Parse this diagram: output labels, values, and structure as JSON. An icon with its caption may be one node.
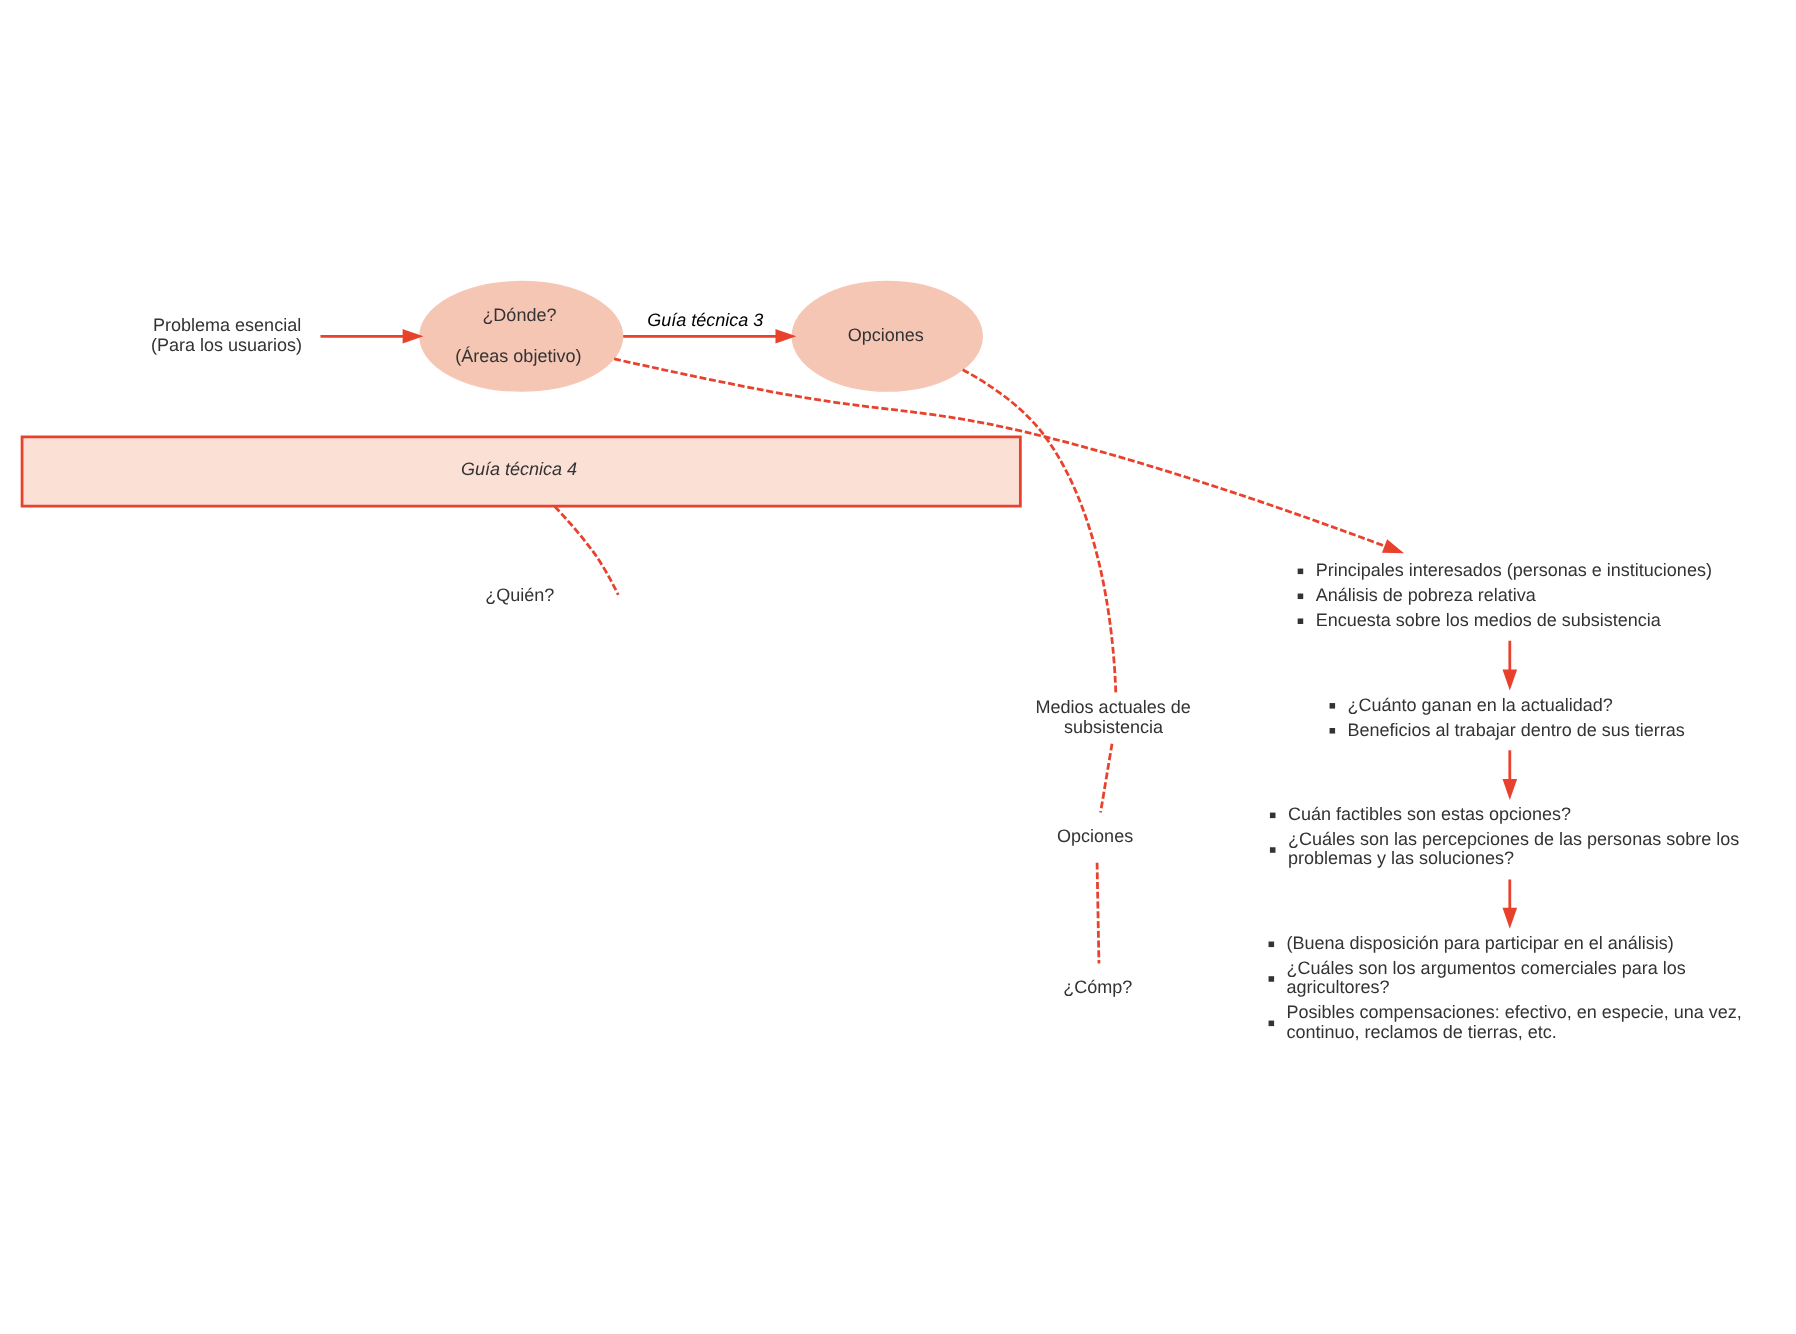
{
  "diagram": {
    "nodes": [
      {
        "text": [
          "Problema esencial (Para los usuarios)"
        ]
      },
      {
        "text": [
          "¿Dónde?",
          "(Áreas objetivo)"
        ]
      },
      {
        "text": [
          "Opciones"
        ]
      },
      {
        "text": [
          "Guía técnica 4"
        ]
      },
      {
        "text": [
          "Principales interesados (personas e instituciones)",
          "Análisis de pobreza relativa",
          "Encuesta sobre los medios de subsistencia"
        ]
      },
      {
        "text": [
          "¿Cuánto ganan en la actualidad?",
          "Beneficios al trabajar dentro de sus tierras"
        ]
      },
      {
        "text": [
          "Cuán factibles son estas opciones?",
          "¿Cuáles son las percepciones de las personas sobre los problemas y las soluciones?"
        ]
      },
      {
        "text": [
          "(Buena disposición para participar en el análisis)",
          "¿Cuáles son los argumentos comerciales para los agricultores?",
          "Posibles compensaciones: efectivo, en especie, una vez, continuo, reclamos de tierras, etc."
        ]
      },
      {
        "text": [
          "Medios actuales de subsistencia"
        ]
      },
      {
        "text": [
          "Opciones"
        ]
      },
      {
        "text": [
          "¿Cómp?"
        ]
      }
    ],
    "edges": [
      {
        "from": 0,
        "to": 1,
        "arrow": "to"
      },
      {
        "from": 1,
        "to": 2,
        "arrow": "to",
        "label": "Guía técnica 3"
      },
      {
        "from": 1,
        "to": 4,
        "arrow": "to",
        "style": "dashed"
      },
      {
        "from": 4,
        "to": 5,
        "arrow": "to"
      },
      {
        "from": 5,
        "to": 6,
        "arrow": "to"
      },
      {
        "from": 6,
        "to": 7,
        "arrow": "to"
      },
      {
        "from": 2,
        "to": 8,
        "arrow": "none",
        "style": "dashed"
      },
      {
        "from": 8,
        "to": 9,
        "arrow": "none",
        "style": "dashed"
      },
      {
        "from": 9,
        "to": 10,
        "arrow": "none",
        "style": "dashed"
      },
      {
        "from": 3,
        "to": null,
        "arrow": "none",
        "style": "dashed"
      }
    ],
    "labels": [
      "¿Quién?"
    ]
  }
}
